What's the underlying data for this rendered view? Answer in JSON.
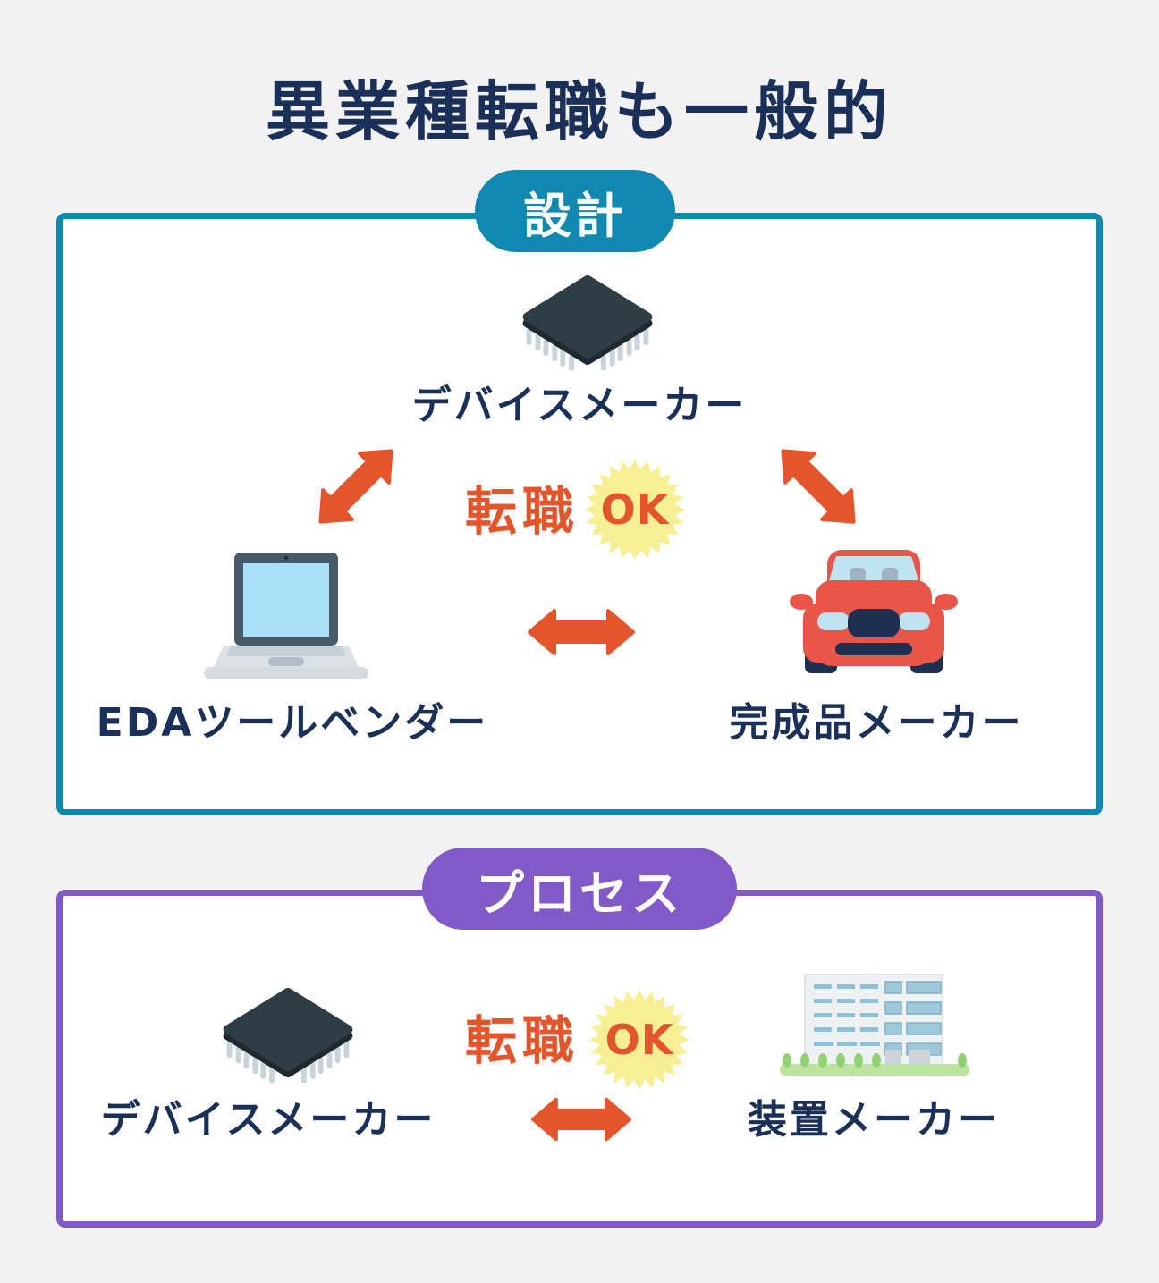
{
  "title": "異業種転職も一般的",
  "colors": {
    "background": "#f2f2f2",
    "navy_text": "#1b3059",
    "design_teal": "#1088b0",
    "process_purple": "#8159c8",
    "arrow_orange": "#e4552b",
    "burst_yellow": "#f7ef93",
    "box_fill": "#ffffff"
  },
  "sections": [
    {
      "label": "設計",
      "badge": {
        "tenshoku": "転職",
        "ok": "OK"
      },
      "nodes": [
        {
          "icon": "chip-icon",
          "label": "デバイスメーカー"
        },
        {
          "icon": "laptop-icon",
          "label": "EDAツールベンダー"
        },
        {
          "icon": "car-icon",
          "label": "完成品メーカー"
        }
      ]
    },
    {
      "label": "プロセス",
      "badge": {
        "tenshoku": "転職",
        "ok": "OK"
      },
      "nodes": [
        {
          "icon": "chip-icon",
          "label": "デバイスメーカー"
        },
        {
          "icon": "building-icon",
          "label": "装置メーカー"
        }
      ]
    }
  ]
}
